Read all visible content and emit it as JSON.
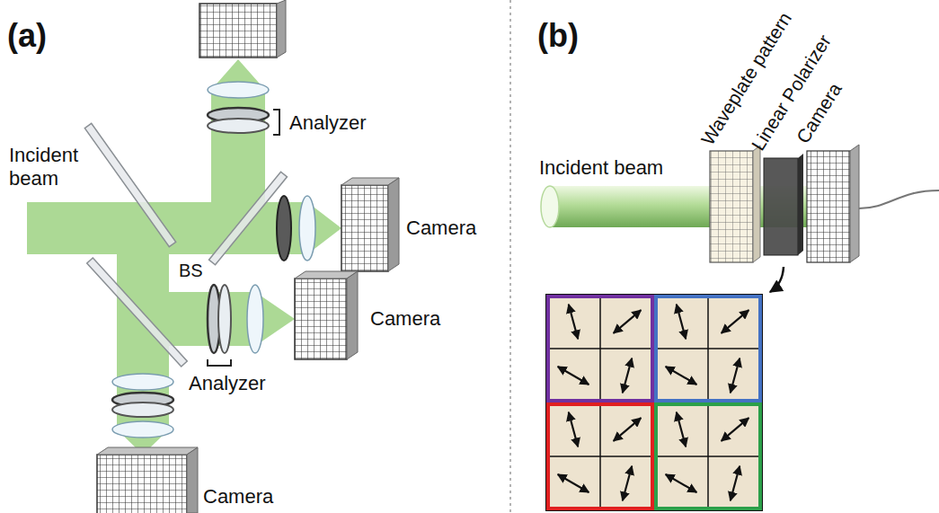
{
  "diagram": {
    "labels": [
      "(a)",
      "Incident beam",
      "Analyzer",
      "Camera",
      "BS",
      "Camera",
      "Analyzer",
      "Camera",
      "(b)",
      "Waveplate pattern",
      "Linear Polarizer",
      "Camera",
      "Incident beam"
    ]
  }
}
